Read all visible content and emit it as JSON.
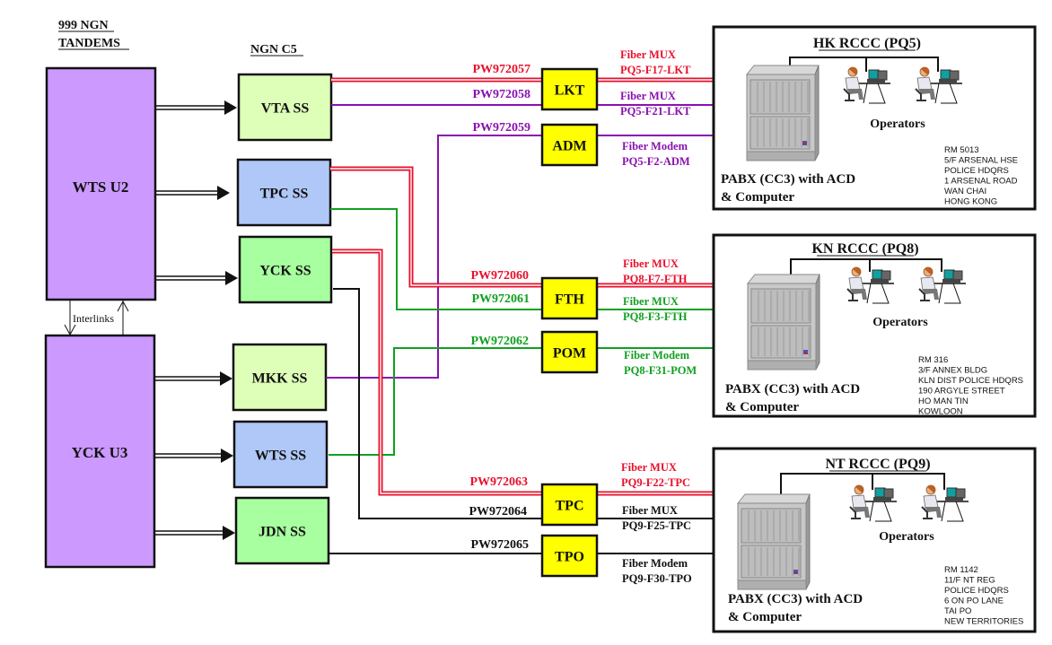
{
  "headers": {
    "tandems": [
      "999 NGN",
      "TANDEMS"
    ],
    "c5": "NGN C5"
  },
  "tandems": [
    {
      "id": "wts-u2",
      "label": "WTS U2"
    },
    {
      "id": "yck-u3",
      "label": "YCK U3"
    }
  ],
  "interlinks_label": "Interlinks",
  "softswitches": [
    {
      "id": "vta",
      "label": "VTA SS",
      "fill": "#DDFFB8"
    },
    {
      "id": "tpc",
      "label": "TPC SS",
      "fill": "#B0C8F8"
    },
    {
      "id": "yck",
      "label": "YCK SS",
      "fill": "#A8FFA0"
    },
    {
      "id": "mkk",
      "label": "MKK SS",
      "fill": "#DDFFB8"
    },
    {
      "id": "wts",
      "label": "WTS  SS",
      "fill": "#B0C8F8"
    },
    {
      "id": "jdn",
      "label": "JDN SS",
      "fill": "#A8FFA0"
    }
  ],
  "exchange_nodes": [
    {
      "id": "lkt",
      "label": "LKT"
    },
    {
      "id": "adm",
      "label": "ADM"
    },
    {
      "id": "fth",
      "label": "FTH"
    },
    {
      "id": "pom",
      "label": "POM"
    },
    {
      "id": "tpc",
      "label": "TPC"
    },
    {
      "id": "tpo",
      "label": "TPO"
    }
  ],
  "colors": {
    "red": "#E8102C",
    "purple": "#8A10B0",
    "green": "#10A020",
    "black": "#111111",
    "tandem_fill": "#CC99FF",
    "node_fill": "#FFFF00"
  },
  "circuits": [
    {
      "id": "PW972057",
      "color": "red",
      "type_label": "Fiber MUX",
      "circuit_label": "PQ5-F17-LKT",
      "from": "VTA SS",
      "via": "LKT",
      "to": "HK RCCC (PQ5)"
    },
    {
      "id": "PW972058",
      "color": "purple",
      "type_label": "Fiber MUX",
      "circuit_label": "PQ5-F21-LKT",
      "from": "VTA SS",
      "via": "LKT",
      "to": "HK RCCC (PQ5)"
    },
    {
      "id": "PW972059",
      "color": "purple",
      "type_label": "Fiber Modem",
      "circuit_label": "PQ5-F2-ADM",
      "from": "MKK SS",
      "via": "ADM",
      "to": "HK RCCC (PQ5)"
    },
    {
      "id": "PW972060",
      "color": "red",
      "type_label": "Fiber MUX",
      "circuit_label": "PQ8-F7-FTH",
      "from": "TPC SS",
      "via": "FTH",
      "to": "KN RCCC (PQ8)"
    },
    {
      "id": "PW972061",
      "color": "green",
      "type_label": "Fiber MUX",
      "circuit_label": "PQ8-F3-FTH",
      "from": "TPC SS",
      "via": "FTH",
      "to": "KN RCCC (PQ8)"
    },
    {
      "id": "PW972062",
      "color": "green",
      "type_label": "Fiber Modem",
      "circuit_label": "PQ8-F31-POM",
      "from": "WTS SS",
      "via": "POM",
      "to": "KN RCCC (PQ8)"
    },
    {
      "id": "PW972063",
      "color": "red",
      "type_label": "Fiber MUX",
      "circuit_label": "PQ9-F22-TPC",
      "from": "YCK SS",
      "via": "TPC",
      "to": "NT RCCC (PQ9)"
    },
    {
      "id": "PW972064",
      "color": "black",
      "type_label": "Fiber MUX",
      "circuit_label": "PQ9-F25-TPC",
      "from": "YCK SS",
      "via": "TPC",
      "to": "NT RCCC (PQ9)"
    },
    {
      "id": "PW972065",
      "color": "black",
      "type_label": "Fiber Modem",
      "circuit_label": "PQ9-F30-TPO",
      "from": "JDN SS",
      "via": "TPO",
      "to": "NT RCCC (PQ9)"
    }
  ],
  "centers": [
    {
      "id": "hk",
      "title": "HK RCCC (PQ5)",
      "operators_label": "Operators",
      "pabx_label": [
        "PABX (CC3) with ACD",
        "& Computer"
      ],
      "address": [
        "RM 5013",
        "5/F ARSENAL HSE",
        "POLICE HDQRS",
        "1 ARSENAL ROAD",
        "WAN CHAI",
        "HONG KONG"
      ]
    },
    {
      "id": "kn",
      "title": "KN RCCC (PQ8)",
      "operators_label": "Operators",
      "pabx_label": [
        "PABX (CC3) with ACD",
        "& Computer"
      ],
      "address": [
        "RM 316",
        "3/F ANNEX BLDG",
        "KLN DIST POLICE HDQRS",
        "190 ARGYLE STREET",
        "HO MAN TIN",
        "KOWLOON"
      ]
    },
    {
      "id": "nt",
      "title": "NT RCCC (PQ9)",
      "operators_label": "Operators",
      "pabx_label": [
        "PABX (CC3)  with ACD",
        "& Computer"
      ],
      "address": [
        "RM 1142",
        "11/F NT REG",
        "POLICE HDQRS",
        "6 ON PO LANE",
        "TAI PO",
        "NEW TERRITORIES"
      ]
    }
  ]
}
